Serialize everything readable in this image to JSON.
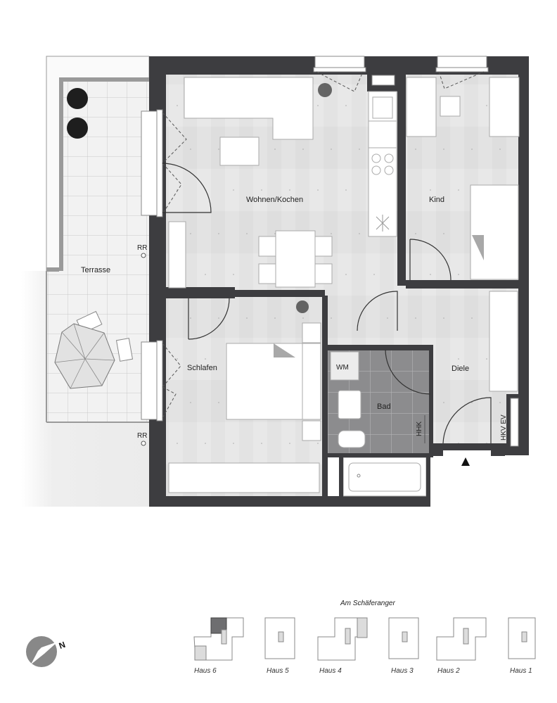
{
  "plan": {
    "rooms": {
      "wohnen": "Wohnen/Kochen",
      "kind": "Kind",
      "schlafen": "Schlafen",
      "bad": "Bad",
      "diele": "Diele",
      "terrasse": "Terrasse"
    },
    "labels": {
      "wm": "WM",
      "hhk": "HHK",
      "hkv_ev": "HKV EV",
      "rr_top": "RR",
      "rr_bottom": "RR"
    },
    "entrance_icon": "entrance-arrow-icon"
  },
  "site_key": {
    "title": "Am Schäferanger",
    "houses": [
      {
        "label": "Haus 6",
        "highlighted": true
      },
      {
        "label": "Haus 5",
        "highlighted": false
      },
      {
        "label": "Haus 4",
        "highlighted": false
      },
      {
        "label": "Haus 3",
        "highlighted": false
      },
      {
        "label": "Haus 2",
        "highlighted": false
      },
      {
        "label": "Haus 1",
        "highlighted": false
      }
    ],
    "compass": {
      "icon": "compass-icon",
      "label": "N"
    }
  },
  "colors": {
    "wall": "#3d3d40",
    "floor": "#e4e4e4",
    "tile": "#8a8a8c",
    "terrace": "#f0f0f0",
    "highlight": "#6e6e70",
    "key_fill": "#dcdcdc"
  }
}
